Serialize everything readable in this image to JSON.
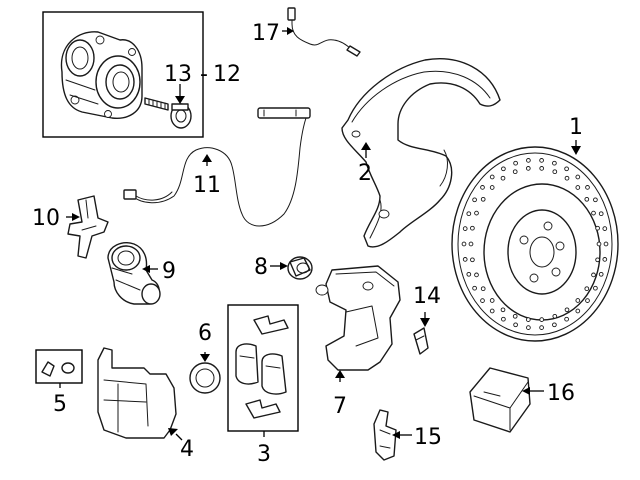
{
  "diagram": {
    "callouts": [
      {
        "id": "1",
        "label": "1"
      },
      {
        "id": "2",
        "label": "2"
      },
      {
        "id": "3",
        "label": "3"
      },
      {
        "id": "4",
        "label": "4"
      },
      {
        "id": "5",
        "label": "5"
      },
      {
        "id": "6",
        "label": "6"
      },
      {
        "id": "7",
        "label": "7"
      },
      {
        "id": "8",
        "label": "8"
      },
      {
        "id": "9",
        "label": "9"
      },
      {
        "id": "10",
        "label": "10"
      },
      {
        "id": "11",
        "label": "11"
      },
      {
        "id": "12",
        "label": "12"
      },
      {
        "id": "13",
        "label": "13"
      },
      {
        "id": "14",
        "label": "14"
      },
      {
        "id": "15",
        "label": "15"
      },
      {
        "id": "16",
        "label": "16"
      },
      {
        "id": "17",
        "label": "17"
      }
    ],
    "separator_12": "-"
  }
}
